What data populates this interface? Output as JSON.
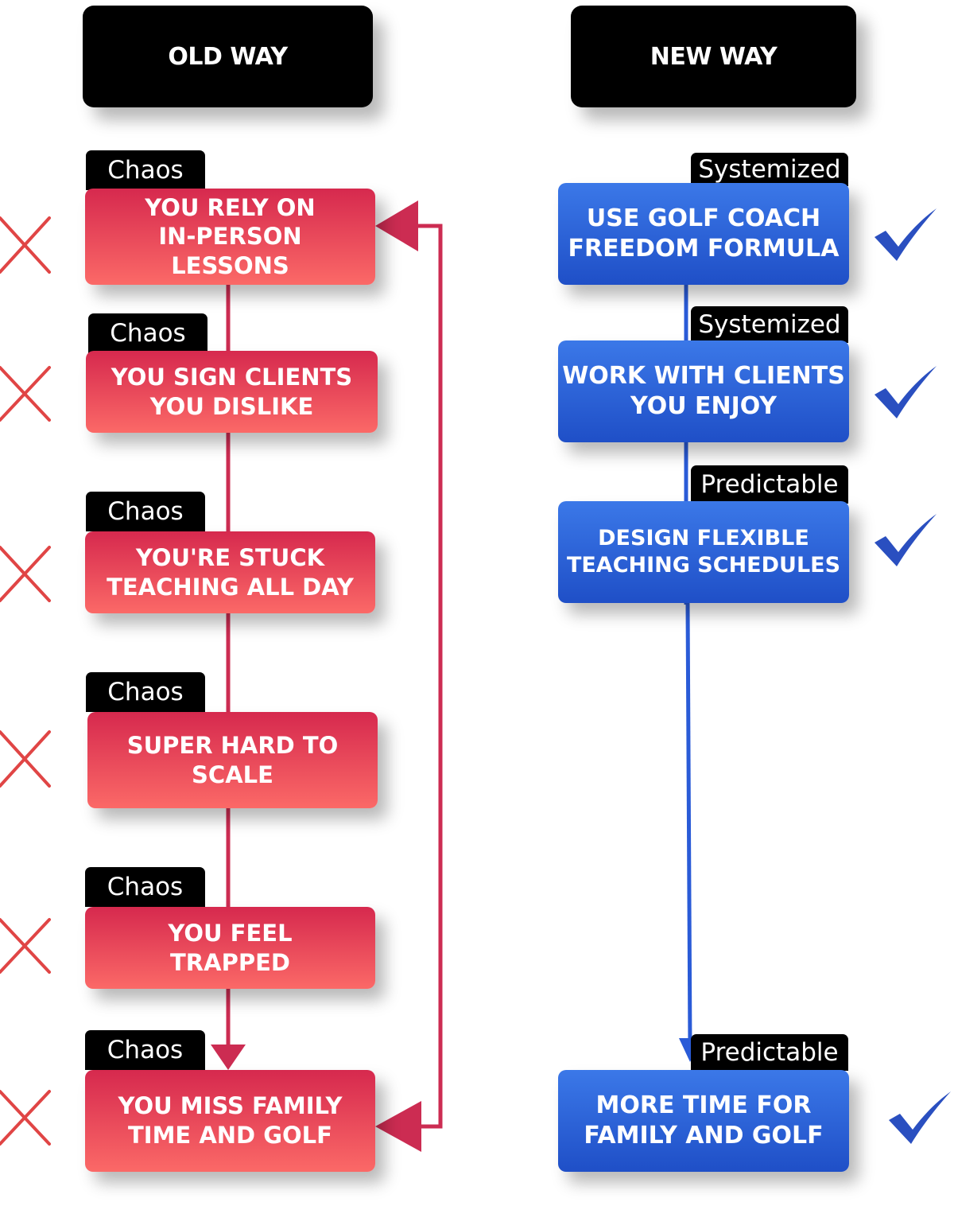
{
  "old_way": {
    "header": "OLD WAY",
    "steps": [
      {
        "tag": "Chaos",
        "lines": [
          "YOU RELY ON",
          "IN-PERSON",
          "LESSONS"
        ]
      },
      {
        "tag": "Chaos",
        "lines": [
          "YOU SIGN CLIENTS",
          "YOU DISLIKE"
        ]
      },
      {
        "tag": "Chaos",
        "lines": [
          "YOU'RE STUCK",
          "TEACHING ALL DAY"
        ]
      },
      {
        "tag": "Chaos",
        "lines": [
          "SUPER HARD TO",
          "SCALE"
        ]
      },
      {
        "tag": "Chaos",
        "lines": [
          "YOU FEEL",
          "TRAPPED"
        ]
      },
      {
        "tag": "Chaos",
        "lines": [
          "YOU MISS FAMILY",
          "TIME AND GOLF"
        ]
      }
    ],
    "marker_icon": "x-mark-icon",
    "color": "#d6294e"
  },
  "new_way": {
    "header": "NEW WAY",
    "steps": [
      {
        "tag": "Systemized",
        "lines": [
          "USE GOLF COACH",
          "FREEDOM FORMULA"
        ]
      },
      {
        "tag": "Systemized",
        "lines": [
          "WORK WITH CLIENTS",
          "YOU ENJOY"
        ]
      },
      {
        "tag": "Predictable",
        "lines": [
          "DESIGN FLEXIBLE",
          "TEACHING SCHEDULES"
        ]
      },
      {
        "tag": "Predictable",
        "lines": [
          "MORE TIME FOR",
          "FAMILY AND GOLF"
        ]
      }
    ],
    "marker_icon": "checkmark-icon",
    "color": "#2a5bd7"
  }
}
